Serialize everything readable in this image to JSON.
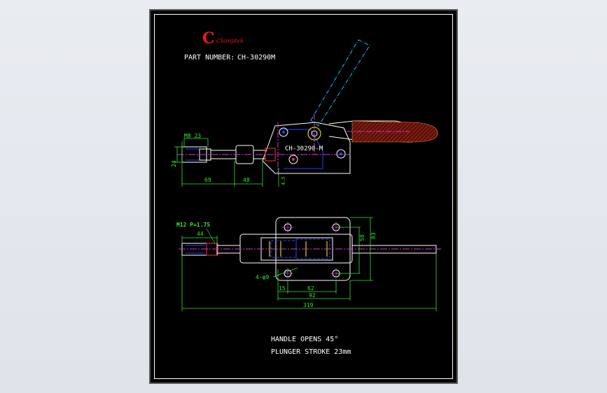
{
  "logo": {
    "letter": "C",
    "word": "Clamptek"
  },
  "header": {
    "part_label": "PART NUMBER:",
    "part_number": "CH-30290M"
  },
  "side_view": {
    "model_label": "CH-30290-M",
    "dims": {
      "m8": "M8 23",
      "height": "24",
      "len_a": "69",
      "len_b": "48",
      "offset": "4.5"
    }
  },
  "top_view": {
    "dims": {
      "thread": "M12 P=1.75",
      "len_44": "44",
      "hole_span": "58",
      "base_height": "83",
      "holes": "4-φ9",
      "d15": "15",
      "d62": "62",
      "d92": "92",
      "total": "319"
    }
  },
  "notes": {
    "line1": "HANDLE OPENS 45°",
    "line2": "PLUNGER STROKE  23mm"
  },
  "colors": {
    "outline": "#ffffff",
    "center": "#d633d6",
    "dim": "#33e633",
    "hidden": "#00c8ff",
    "grip": "#8a1c10",
    "logo": "#e81a1a"
  }
}
